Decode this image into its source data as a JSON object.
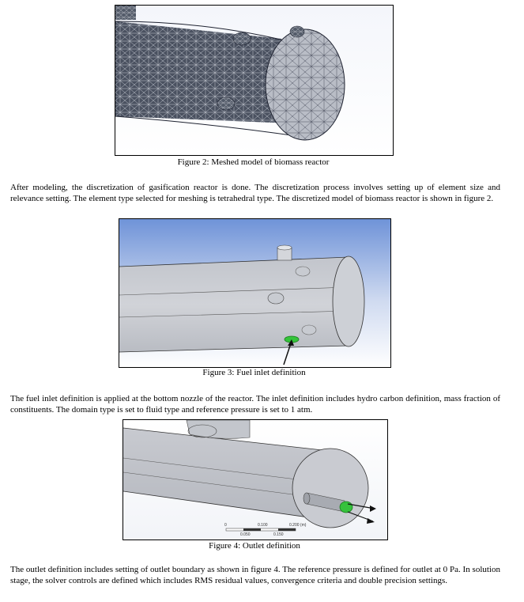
{
  "figure2": {
    "caption": "Figure 2: Meshed model of biomass reactor"
  },
  "paragraph1": "After modeling, the discretization of gasification reactor is done. The discretization process involves setting up of element size and relevance setting. The element type selected for meshing is tetrahedral type. The discretized model of biomass reactor is shown in figure 2.",
  "figure3": {
    "caption": "Figure 3: Fuel inlet definition"
  },
  "paragraph2": "The fuel inlet definition is applied at the bottom nozzle of the reactor. The inlet definition includes hydro carbon definition, mass fraction of constituents. The domain type is set to fluid type and reference pressure is set to 1 atm.",
  "figure4": {
    "caption": "Figure 4: Outlet definition",
    "scale_labels": [
      "0",
      "0.100",
      "0.200 (m)",
      "0.050",
      "0.150"
    ]
  },
  "paragraph3": "The outlet definition includes setting of outlet boundary as shown in figure 4. The reference pressure is defined for outlet at 0 Pa. In solution stage, the solver controls are defined which includes RMS residual values, convergence criteria and double precision settings."
}
